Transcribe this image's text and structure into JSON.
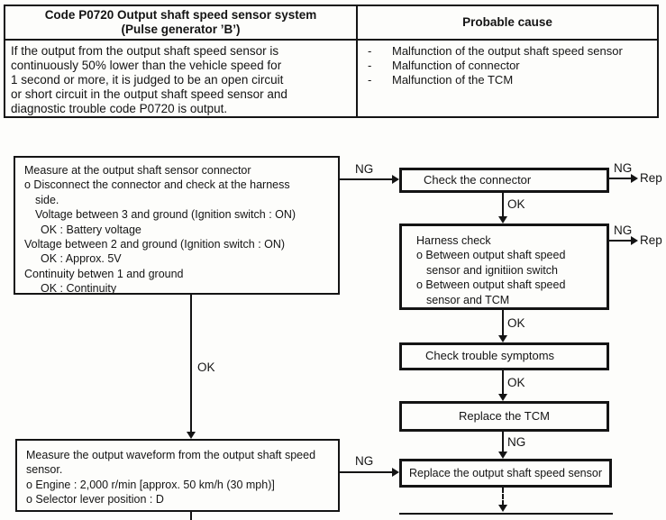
{
  "labels": {
    "ng": "NG",
    "ok": "OK",
    "repair_cut": "Rep"
  },
  "table": {
    "header_left_line1": "Code P0720 Output shaft speed sensor system",
    "header_left_line2": "(Pulse generator ’B’)",
    "header_right": "Probable cause",
    "description_lines": [
      "If the output from the output shaft speed sensor is",
      "continuously 50% lower than the vehicle speed for",
      "1 second or more, it is judged to be an open circuit",
      "or short circuit in the output shaft speed sensor and",
      "diagnostic trouble code P0720 is output."
    ],
    "cause_marker": "-",
    "causes": [
      "Malfunction of the output shaft speed sensor",
      "Malfunction of connector",
      "Malfunction of the TCM"
    ]
  },
  "flowchart": {
    "measure_connector_box": {
      "lines": [
        "Measure at the output shaft sensor connector",
        "o Disconnect the connector and check at the harness",
        "side.",
        "Voltage between 3 and ground (Ignition switch : ON)",
        "OK : Battery voltage",
        "Voltage between 2 and ground (Ignition switch : ON)",
        "OK : Approx. 5V",
        "Continuity betwen 1 and ground",
        "OK : Continuity"
      ]
    },
    "check_connector_box": {
      "label": "Check the connector"
    },
    "harness_check_box": {
      "lines": [
        "Harness check",
        "o Between output shaft speed",
        "sensor and ignitiion switch",
        "o Between output shaft speed",
        "sensor and TCM"
      ]
    },
    "check_trouble_symptoms_box": {
      "label": "Check trouble symptoms"
    },
    "replace_tcm_box": {
      "label": "Replace the TCM"
    },
    "replace_sensor_box": {
      "label": "Replace the output shaft speed sensor"
    },
    "measure_waveform_box": {
      "lines": [
        "Measure the output waveform from the output shaft speed",
        "sensor.",
        "o Engine : 2,000 r/min [approx. 50 km/h (30 mph)]",
        "o Selector lever position : D"
      ]
    }
  }
}
